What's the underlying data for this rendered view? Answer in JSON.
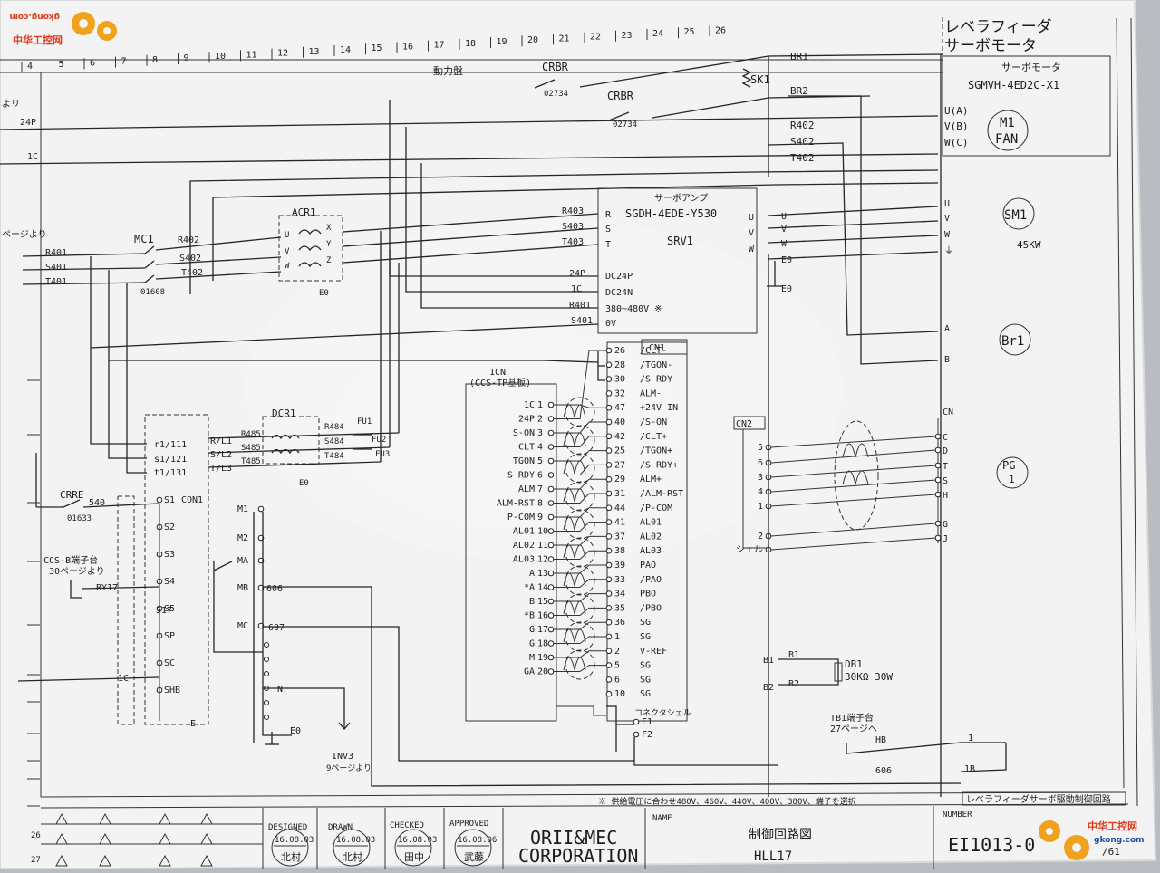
{
  "title_top": [
    "レベラフィーダ",
    "サーボモータ"
  ],
  "column_numbers": [
    "4",
    "5",
    "6",
    "7",
    "8",
    "9",
    "10",
    "11",
    "12",
    "13",
    "14",
    "15",
    "16",
    "17",
    "18",
    "19",
    "20",
    "21",
    "22",
    "23",
    "24",
    "25",
    "26"
  ],
  "panel_label": "動力盤",
  "left_labels": {
    "from": "よリ",
    "p24": "24P",
    "c1": "1C",
    "page_from": "ページより",
    "r401": "R401",
    "s401": "S401",
    "t401": "T401",
    "ccs_b": "CCS-B端子台",
    "page30": "30ページより",
    "by17": "BY17",
    "c1b": "1C"
  },
  "crbr1": {
    "name": "CRBR",
    "id": "02734"
  },
  "crbr2": {
    "name": "CRBR",
    "id": "02734"
  },
  "sk1": "SK1",
  "br_lines": [
    "BR1",
    "BR2",
    "R402",
    "S402",
    "T402"
  ],
  "mc1": {
    "name": "MC1",
    "id": "01608",
    "wires": [
      "R402",
      "S402",
      "T402"
    ]
  },
  "acr1": {
    "name": "ACR1",
    "terms_in": [
      "U",
      "V",
      "W"
    ],
    "terms_out": [
      "X",
      "Y",
      "Z"
    ],
    "ground": "E0"
  },
  "amp": {
    "title": "サーボアンプ",
    "model": "SGDH-4EDE-Y530",
    "name": "SRV1",
    "left_terms": [
      "R",
      "S",
      "T",
      "DC24P",
      "DC24N",
      "380~480V ※",
      "0V"
    ],
    "left_wires": [
      "R403",
      "S403",
      "T403",
      "24P",
      "1C",
      "R401",
      "S401"
    ],
    "right_terms": [
      "U",
      "V",
      "W",
      "E0"
    ],
    "ground": "E0"
  },
  "motor": {
    "label": "サーボモータ",
    "model": "SGMVH-4ED2C-X1",
    "fan_terms": [
      "U(A)",
      "V(B)",
      "W(C)"
    ],
    "fan": [
      "M1",
      "FAN"
    ],
    "terms": [
      "U",
      "V",
      "W",
      "⏚",
      "A",
      "B"
    ],
    "sm": "SM1",
    "kw": "45KW",
    "br": "Br1"
  },
  "cn1": {
    "title": "CN1",
    "pins": [
      "26",
      "28",
      "30",
      "32",
      "47",
      "40",
      "42",
      "25",
      "27",
      "29",
      "31",
      "44",
      "41",
      "37",
      "38",
      "39",
      "33",
      "34",
      "35",
      "36",
      "1",
      "2",
      "5",
      "6",
      "10"
    ],
    "signals": [
      "/CLT-",
      "/TGON-",
      "/S-RDY-",
      "ALM-",
      "+24V IN",
      "/S-ON",
      "/CLT+",
      "/TGON+",
      "/S-RDY+",
      "ALM+",
      "/ALM-RST",
      "/P-COM",
      "AL01",
      "AL02",
      "AL03",
      "PAO",
      "/PAO",
      "PBO",
      "/PBO",
      "SG",
      "SG",
      "V-REF",
      "SG",
      "SG",
      "SG"
    ],
    "shell": "コネクタシェル",
    "fg": [
      "F1",
      "F2"
    ]
  },
  "ccs": {
    "title": "1CN",
    "sub": "(CCS-TP基板)",
    "signals": [
      "1C",
      "24P",
      "S-ON",
      "CLT",
      "TGON",
      "S-RDY",
      "ALM",
      "ALM-RST",
      "P-COM",
      "AL01",
      "AL02",
      "AL03",
      "A",
      "*A",
      "B",
      "*B",
      "G",
      "G",
      "M",
      "GA"
    ],
    "pins": [
      "1",
      "2",
      "3",
      "4",
      "5",
      "6",
      "7",
      "8",
      "9",
      "10",
      "11",
      "12",
      "13",
      "14",
      "15",
      "16",
      "17",
      "18",
      "19",
      "20"
    ]
  },
  "dcr1": {
    "name": "DCR1",
    "wires": [
      "R485",
      "S485",
      "T485"
    ],
    "wires2": [
      "R484",
      "S484",
      "T484"
    ],
    "fu": [
      "FU1",
      "FU2",
      "FU3"
    ],
    "ground": "E0"
  },
  "inverter": {
    "terms_in": [
      "r1/111",
      "s1/121",
      "t1/131"
    ],
    "terms_mid": [
      "R/L1",
      "S/L2",
      "T/L3"
    ],
    "con": "CON1",
    "s_terms": [
      "S1",
      "S2",
      "S3",
      "S4",
      "S5",
      "SP",
      "SC",
      "SHB"
    ],
    "e": "E",
    "m_terms": [
      "M1",
      "M2",
      "MA",
      "MB",
      "MC"
    ],
    "w606": "606",
    "w607": "607",
    "w517": "517",
    "n": "N",
    "e0": "E0"
  },
  "crre": {
    "name": "CRRE",
    "id": "01633",
    "wire": "540"
  },
  "inv3": [
    "INV3",
    "9ページより"
  ],
  "cn2": {
    "title": "CN2",
    "pins": [
      "5",
      "6",
      "3",
      "4",
      "1",
      "2",
      "シェル"
    ]
  },
  "cn_motor": {
    "title": "CN",
    "terms": [
      "C",
      "D",
      "T",
      "S",
      "H",
      "G",
      "J"
    ],
    "pg": [
      "PG",
      "1"
    ]
  },
  "db1": {
    "name": "DB1",
    "value": "30KΩ 30W",
    "terms": [
      "B1",
      "B2"
    ]
  },
  "tb1": {
    "title": "TB1端子台",
    "page": "27ページへ",
    "hb": "HB",
    "w606": "606",
    "terms": [
      "1",
      "1B"
    ]
  },
  "footnote": "※ 供給電圧に合わせ480V、460V、440V、400V、380V、端子を選択",
  "title_block": {
    "right_label": "レベラフィーダサーボ駆動制御回路",
    "designed": "DESIGNED",
    "drawn": "DRAWN",
    "checked": "CHECKED",
    "approved": "APPROVED",
    "company": [
      "ORII&MEC",
      "CORPORATION"
    ],
    "name_label": "NAME",
    "drawing_name": "制御回路図",
    "code": "HLL17",
    "number_label": "NUMBER",
    "number": "EI1013-0",
    "page_hint": "/61",
    "row_numbers": [
      "26",
      "27"
    ],
    "stamps": [
      {
        "date": "16.08.03",
        "name": "北村"
      },
      {
        "date": "16.08.03",
        "name": "北村"
      },
      {
        "date": "16.08.03",
        "name": "田中"
      },
      {
        "date": "16.08.06",
        "name": "武藤"
      }
    ]
  },
  "watermark": {
    "cn": "中华工控网",
    "site": "gkong.com"
  },
  "colors": {
    "paper": "#f3f4f3",
    "line": "#262626",
    "logo_red": "#e03a1e",
    "logo_gold": "#f0a21c"
  }
}
